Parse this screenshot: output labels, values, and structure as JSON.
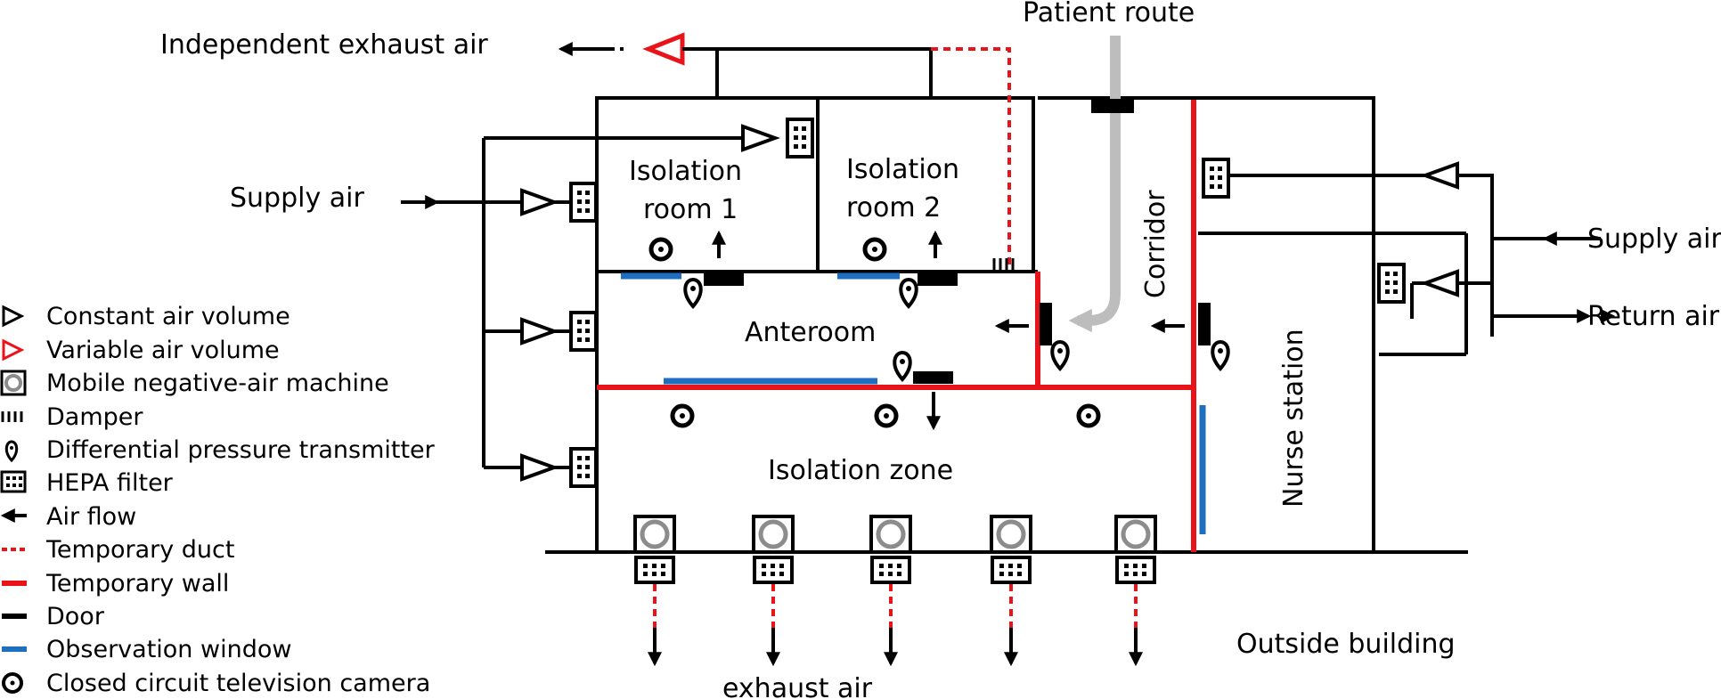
{
  "labels": {
    "independent_exhaust": "Independent exhaust air",
    "patient_route": "Patient route",
    "supply_air_left": "Supply air",
    "supply_air_right": "Supply air",
    "return_air": "Return air",
    "corridor": "Corridor",
    "nurse_station": "Nurse station",
    "outside_building": "Outside building",
    "exhaust_air": "exhaust air",
    "isolation_room_1_line1": "Isolation",
    "isolation_room_1_line2": "room 1",
    "isolation_room_2_line1": "Isolation",
    "isolation_room_2_line2": "room 2",
    "anteroom": "Anteroom",
    "isolation_zone": "Isolation zone"
  },
  "legend": [
    {
      "key": "cav",
      "label": "Constant air volume",
      "icon": "constant-air-volume-icon"
    },
    {
      "key": "vav",
      "label": "Variable air volume",
      "icon": "variable-air-volume-icon"
    },
    {
      "key": "mnam",
      "label": "Mobile negative-air machine",
      "icon": "mobile-negative-air-machine-icon"
    },
    {
      "key": "damper",
      "label": "Damper",
      "icon": "damper-icon"
    },
    {
      "key": "dpt",
      "label": "Differential pressure transmitter",
      "icon": "pressure-transmitter-icon"
    },
    {
      "key": "hepa",
      "label": "HEPA filter",
      "icon": "hepa-filter-icon"
    },
    {
      "key": "airflow",
      "label": "Air flow",
      "icon": "air-flow-arrow-icon"
    },
    {
      "key": "tempduct",
      "label": "Temporary duct",
      "icon": "temporary-duct-icon"
    },
    {
      "key": "tempwall",
      "label": "Temporary wall",
      "icon": "temporary-wall-icon"
    },
    {
      "key": "door",
      "label": "Door",
      "icon": "door-icon"
    },
    {
      "key": "window",
      "label": "Observation window",
      "icon": "observation-window-icon"
    },
    {
      "key": "cctv",
      "label": "Closed circuit television camera",
      "icon": "cctv-camera-icon"
    }
  ],
  "colors": {
    "temporary": "#e8141a",
    "window": "#1f6fc0",
    "route": "#bdbdbd",
    "machine_ring": "#8c8c8c",
    "line": "#000000"
  }
}
